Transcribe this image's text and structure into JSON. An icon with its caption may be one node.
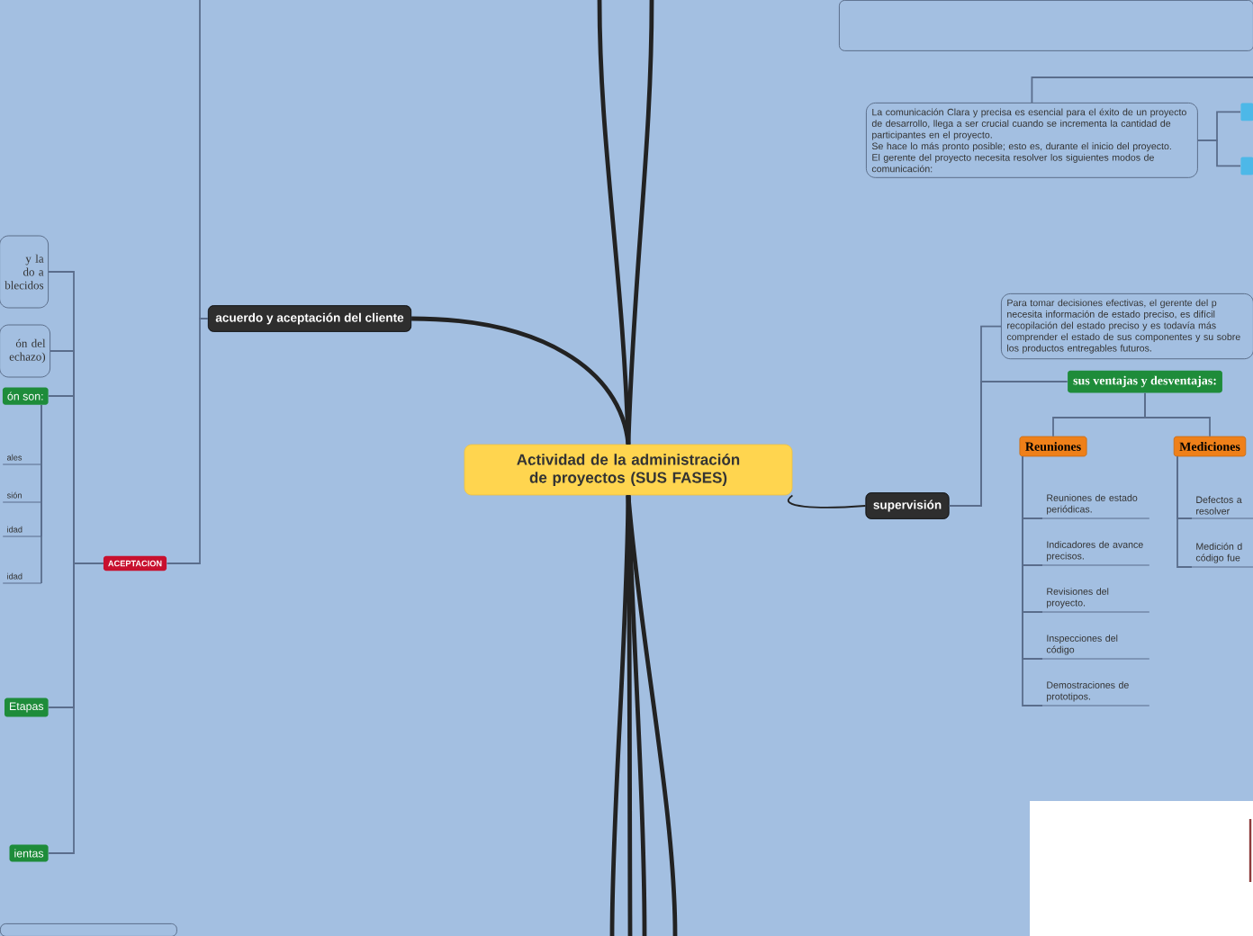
{
  "diagram": {
    "nodes": [
      {
        "text": [
          "Actividad de la administración de proyectos (SUS FASES)"
        ]
      },
      {
        "text": [
          "acuerdo y aceptación del cliente"
        ]
      },
      {
        "text": [
          "supervisión"
        ]
      },
      {
        "text": [
          "ACEPTACION"
        ]
      },
      {
        "text": [
          "y la do a blecidos"
        ]
      },
      {
        "text": [
          "ón del echazo)"
        ]
      },
      {
        "text": [
          "ón son:"
        ]
      },
      {
        "text": [
          "ales"
        ]
      },
      {
        "text": [
          "sión"
        ]
      },
      {
        "text": [
          "idad"
        ]
      },
      {
        "text": [
          "idad"
        ]
      },
      {
        "text": [
          "Etapas"
        ]
      },
      {
        "text": [
          "ientas"
        ]
      },
      {
        "text": [],
        "shape": "box"
      },
      {
        "text": [],
        "shape": "box"
      },
      {
        "text": [
          "La comunicación Clara y precisa es esencial para el éxito de un proyecto de desarrollo, llega a ser crucial cuando se incrementa la cantidad de participantes en el proyecto.",
          "Se hace lo más pronto posible; esto es, durante el inicio del proyecto. El gerente del proyecto necesita resolver los siguientes modos de comunicación:"
        ]
      },
      {
        "text": [],
        "shape": "box"
      },
      {
        "text": [],
        "shape": "box"
      },
      {
        "text": [
          "Para tomar decisiones efectivas, el gerente del p necesita información de estado preciso, es difícil recopilación del estado preciso y es todavía más comprender el estado de sus componentes y su sobre los productos entregables futuros."
        ]
      },
      {
        "text": [
          "sus ventajas y desventajas:"
        ]
      },
      {
        "text": [
          "Reuniones"
        ]
      },
      {
        "text": [
          "Mediciones"
        ]
      },
      {
        "text": [
          "Reuniones de estado periódicas."
        ]
      },
      {
        "text": [
          "Indicadores de avance precisos."
        ]
      },
      {
        "text": [
          "Revisiones del proyecto."
        ]
      },
      {
        "text": [
          "Inspecciones del código"
        ]
      },
      {
        "text": [
          "Demostraciones de prototipos."
        ]
      },
      {
        "text": [
          "Defectos a resolver"
        ]
      },
      {
        "text": [
          "Medición d código fue"
        ]
      }
    ],
    "edges": [
      {
        "from": 0,
        "to": 1,
        "arrow": "none",
        "style": "thick",
        "color": "#222222"
      },
      {
        "from": 0,
        "to": 2,
        "arrow": "none",
        "color": "#222222"
      },
      {
        "from": 0,
        "to": null,
        "arrow": "none",
        "style": "thick",
        "color": "#222222"
      },
      {
        "from": 0,
        "to": null,
        "arrow": "none",
        "style": "thick",
        "color": "#222222"
      },
      {
        "from": 0,
        "to": null,
        "arrow": "none",
        "style": "thick",
        "color": "#222222"
      },
      {
        "from": 0,
        "to": null,
        "arrow": "none",
        "style": "thick",
        "color": "#222222"
      },
      {
        "from": 0,
        "to": null,
        "arrow": "none",
        "style": "thick",
        "color": "#222222"
      },
      {
        "from": 0,
        "to": null,
        "arrow": "none",
        "style": "thick",
        "color": "#222222"
      },
      {
        "from": 1,
        "to": null,
        "arrow": "none"
      },
      {
        "from": 1,
        "to": 3,
        "arrow": "none"
      },
      {
        "from": 3,
        "to": 4,
        "arrow": "none"
      },
      {
        "from": 3,
        "to": 5,
        "arrow": "none"
      },
      {
        "from": 3,
        "to": 6,
        "arrow": "none"
      },
      {
        "from": 3,
        "to": 11,
        "arrow": "none"
      },
      {
        "from": 3,
        "to": 12,
        "arrow": "none"
      },
      {
        "from": 6,
        "to": 7,
        "arrow": "none"
      },
      {
        "from": 6,
        "to": 8,
        "arrow": "none"
      },
      {
        "from": 6,
        "to": 9,
        "arrow": "none"
      },
      {
        "from": 6,
        "to": 10,
        "arrow": "none"
      },
      {
        "from": 2,
        "to": 18,
        "arrow": "none"
      },
      {
        "from": 2,
        "to": 19,
        "arrow": "none"
      },
      {
        "from": 19,
        "to": 20,
        "arrow": "none"
      },
      {
        "from": 19,
        "to": 21,
        "arrow": "none"
      },
      {
        "from": 20,
        "to": 22,
        "arrow": "none"
      },
      {
        "from": 20,
        "to": 23,
        "arrow": "none"
      },
      {
        "from": 20,
        "to": 24,
        "arrow": "none"
      },
      {
        "from": 20,
        "to": 25,
        "arrow": "none"
      },
      {
        "from": 20,
        "to": 26,
        "arrow": "none"
      },
      {
        "from": 21,
        "to": 27,
        "arrow": "none"
      },
      {
        "from": 21,
        "to": 28,
        "arrow": "none"
      },
      {
        "from": 15,
        "to": 16,
        "arrow": "none"
      },
      {
        "from": 15,
        "to": 17,
        "arrow": "none"
      },
      {
        "from": 15,
        "to": null,
        "arrow": "none"
      }
    ]
  }
}
